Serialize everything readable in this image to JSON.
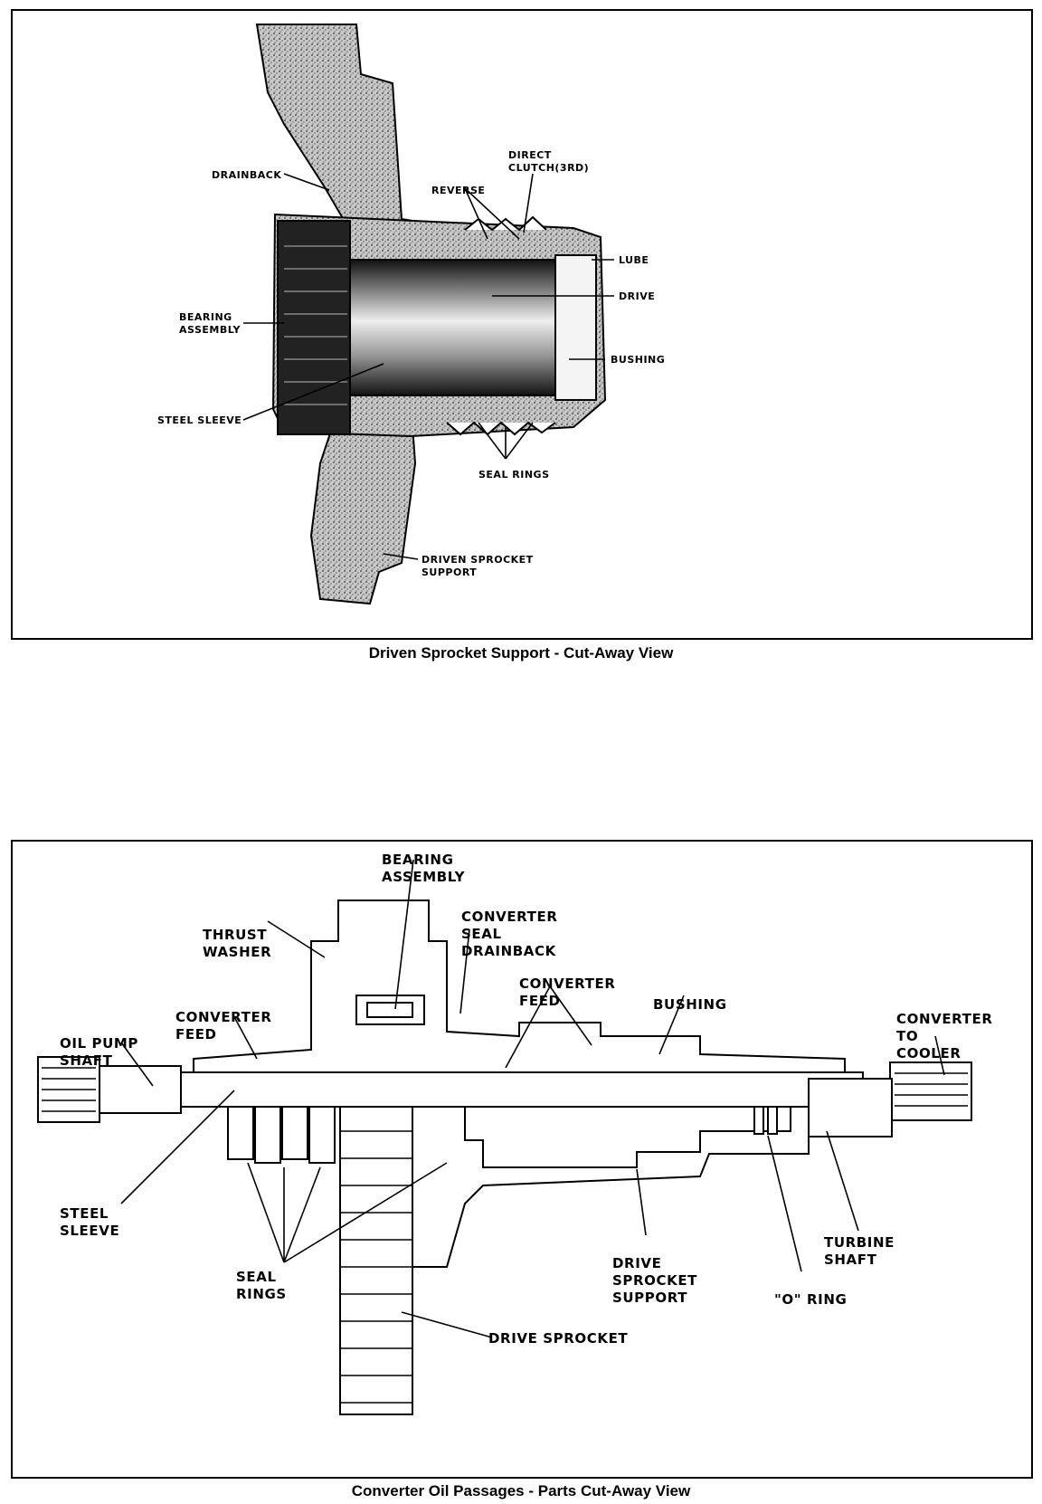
{
  "top_panel": {
    "caption": "Driven Sprocket Support - Cut-Away View",
    "labels": {
      "drainback": "DRAINBACK",
      "direct_clutch_1": "DIRECT",
      "direct_clutch_2": "CLUTCH(3RD)",
      "reverse": "REVERSE",
      "lube": "LUBE",
      "drive": "DRIVE",
      "bearing_1": "BEARING",
      "bearing_2": "ASSEMBLY",
      "bushing": "BUSHING",
      "steel_sleeve": "STEEL SLEEVE",
      "seal_rings": "SEAL RINGS",
      "driven_sprocket_1": "DRIVEN SPROCKET",
      "driven_sprocket_2": "SUPPORT"
    }
  },
  "bottom_panel": {
    "caption": "Converter Oil Passages - Parts Cut-Away View",
    "labels": {
      "bearing_1": "BEARING",
      "bearing_2": "ASSEMBLY",
      "conv_seal_1": "CONVERTER",
      "conv_seal_2": "SEAL",
      "conv_seal_3": "DRAINBACK",
      "thrust_1": "THRUST",
      "thrust_2": "WASHER",
      "conv_feed_r_1": "CONVERTER",
      "conv_feed_r_2": "FEED",
      "bushing": "BUSHING",
      "conv_feed_l_1": "CONVERTER",
      "conv_feed_l_2": "FEED",
      "conv_cooler_1": "CONVERTER",
      "conv_cooler_2": "TO",
      "conv_cooler_3": "COOLER",
      "oil_pump_1": "OIL PUMP",
      "oil_pump_2": "SHAFT",
      "steel_sleeve_1": "STEEL",
      "steel_sleeve_2": "SLEEVE",
      "turbine_1": "TURBINE",
      "turbine_2": "SHAFT",
      "drive_support_1": "DRIVE",
      "drive_support_2": "SPROCKET",
      "drive_support_3": "SUPPORT",
      "seal_rings_1": "SEAL",
      "seal_rings_2": "RINGS",
      "o_ring": "\"O\" RING",
      "drive_sprocket": "DRIVE SPROCKET"
    }
  },
  "colors": {
    "ink": "#000000",
    "paper": "#ffffff",
    "casting": "#b8b8b8",
    "shadow": "#2a2a2a"
  }
}
